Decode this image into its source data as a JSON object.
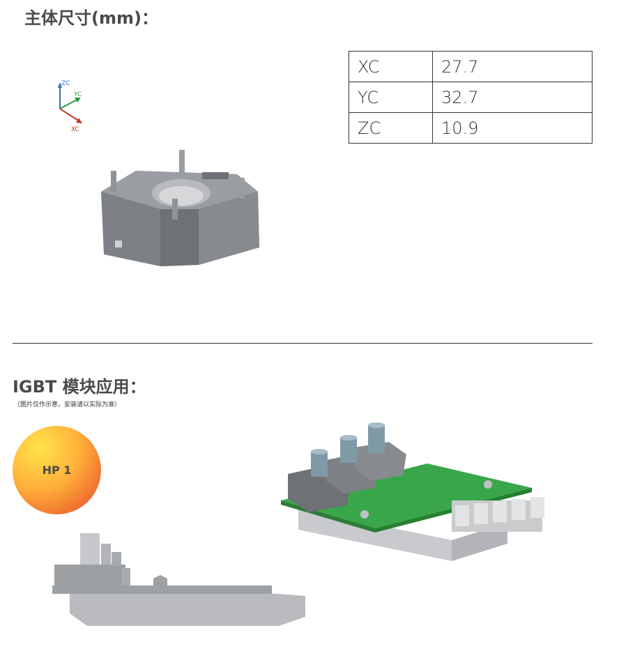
{
  "dimensions_section": {
    "title": "主体尺寸(mm)：",
    "axes_labels": [
      "ZC",
      "YC",
      "XC"
    ],
    "table": [
      {
        "axis": "XC",
        "value": "27.7"
      },
      {
        "axis": "YC",
        "value": "32.7"
      },
      {
        "axis": "ZC",
        "value": "10.9"
      }
    ]
  },
  "application_section": {
    "title": "IGBT 模块应用：",
    "note": "（图片仅作示意，安装请以实际为准）",
    "badge_label": "HP 1"
  },
  "colors": {
    "heading": "#4a4a4a",
    "pcb_green": "#3aa64a",
    "part_gray": "#8a8d90",
    "axis_x": "#c0392b",
    "axis_y": "#2e9a3b",
    "axis_z": "#2f6fc0"
  }
}
